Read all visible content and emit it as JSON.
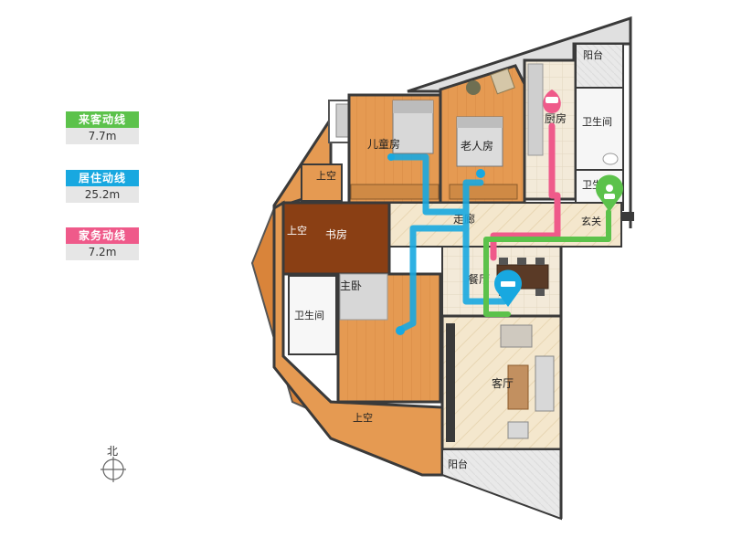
{
  "legend": [
    {
      "label": "来客动线",
      "value": "7.7m",
      "color": "#5cc24b"
    },
    {
      "label": "居住动线",
      "value": "25.2m",
      "color": "#18a8e0"
    },
    {
      "label": "家务动线",
      "value": "7.2m",
      "color": "#ef5a8a"
    }
  ],
  "rooms": {
    "balcony_top": "阳台",
    "kitchen": "厨房",
    "bathroom_1": "卫生间",
    "bathroom_2": "卫生间",
    "children_room": "儿童房",
    "elder_room": "老人房",
    "void_1": "上空",
    "void_2": "上空",
    "void_3": "上空",
    "corridor": "走廊",
    "foyer": "玄关",
    "study": "书房",
    "master_bedroom": "主卧",
    "bathroom_3": "卫生间",
    "dining": "餐厅",
    "living": "客厅",
    "balcony_bottom": "阳台"
  },
  "compass": {
    "label": "北"
  },
  "colors": {
    "wall": "#3a3a3a",
    "floor": "#e59a52",
    "floor_dark": "#d9843a",
    "study_floor": "#8a3f14",
    "tile": "#f1ebdf",
    "living_floor": "#f3e6cc",
    "guest_route": "#5cc24b",
    "living_route": "#18a8e0",
    "chore_route": "#ef5a8a"
  }
}
